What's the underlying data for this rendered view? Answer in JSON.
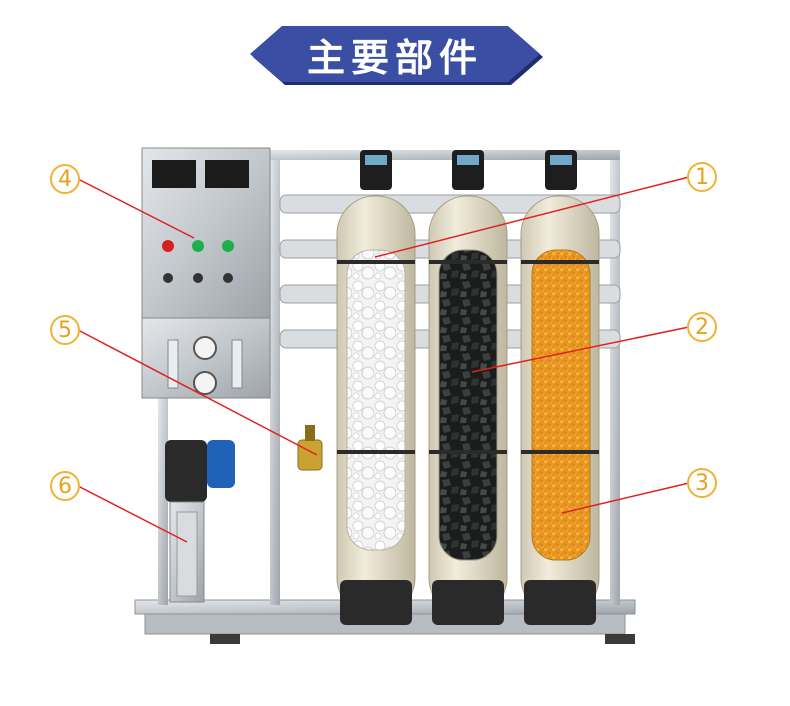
{
  "banner": {
    "title": "主要部件",
    "colors": {
      "fill": "#3a4ea3",
      "shadow": "#1f2d6e",
      "text": "#ffffff"
    }
  },
  "callouts": [
    {
      "label": "1",
      "icon": "circled-number-icon"
    },
    {
      "label": "2",
      "icon": "circled-number-icon"
    },
    {
      "label": "3",
      "icon": "circled-number-icon"
    },
    {
      "label": "4",
      "icon": "circled-number-icon"
    },
    {
      "label": "5",
      "icon": "circled-number-icon"
    },
    {
      "label": "6",
      "icon": "circled-number-icon"
    }
  ],
  "colors": {
    "marker": "#f2b233",
    "leader_line": "#e02020",
    "frame": "#c9cdd1",
    "tank": "#e6e0cd",
    "tank_base": "#2a2a2a"
  }
}
